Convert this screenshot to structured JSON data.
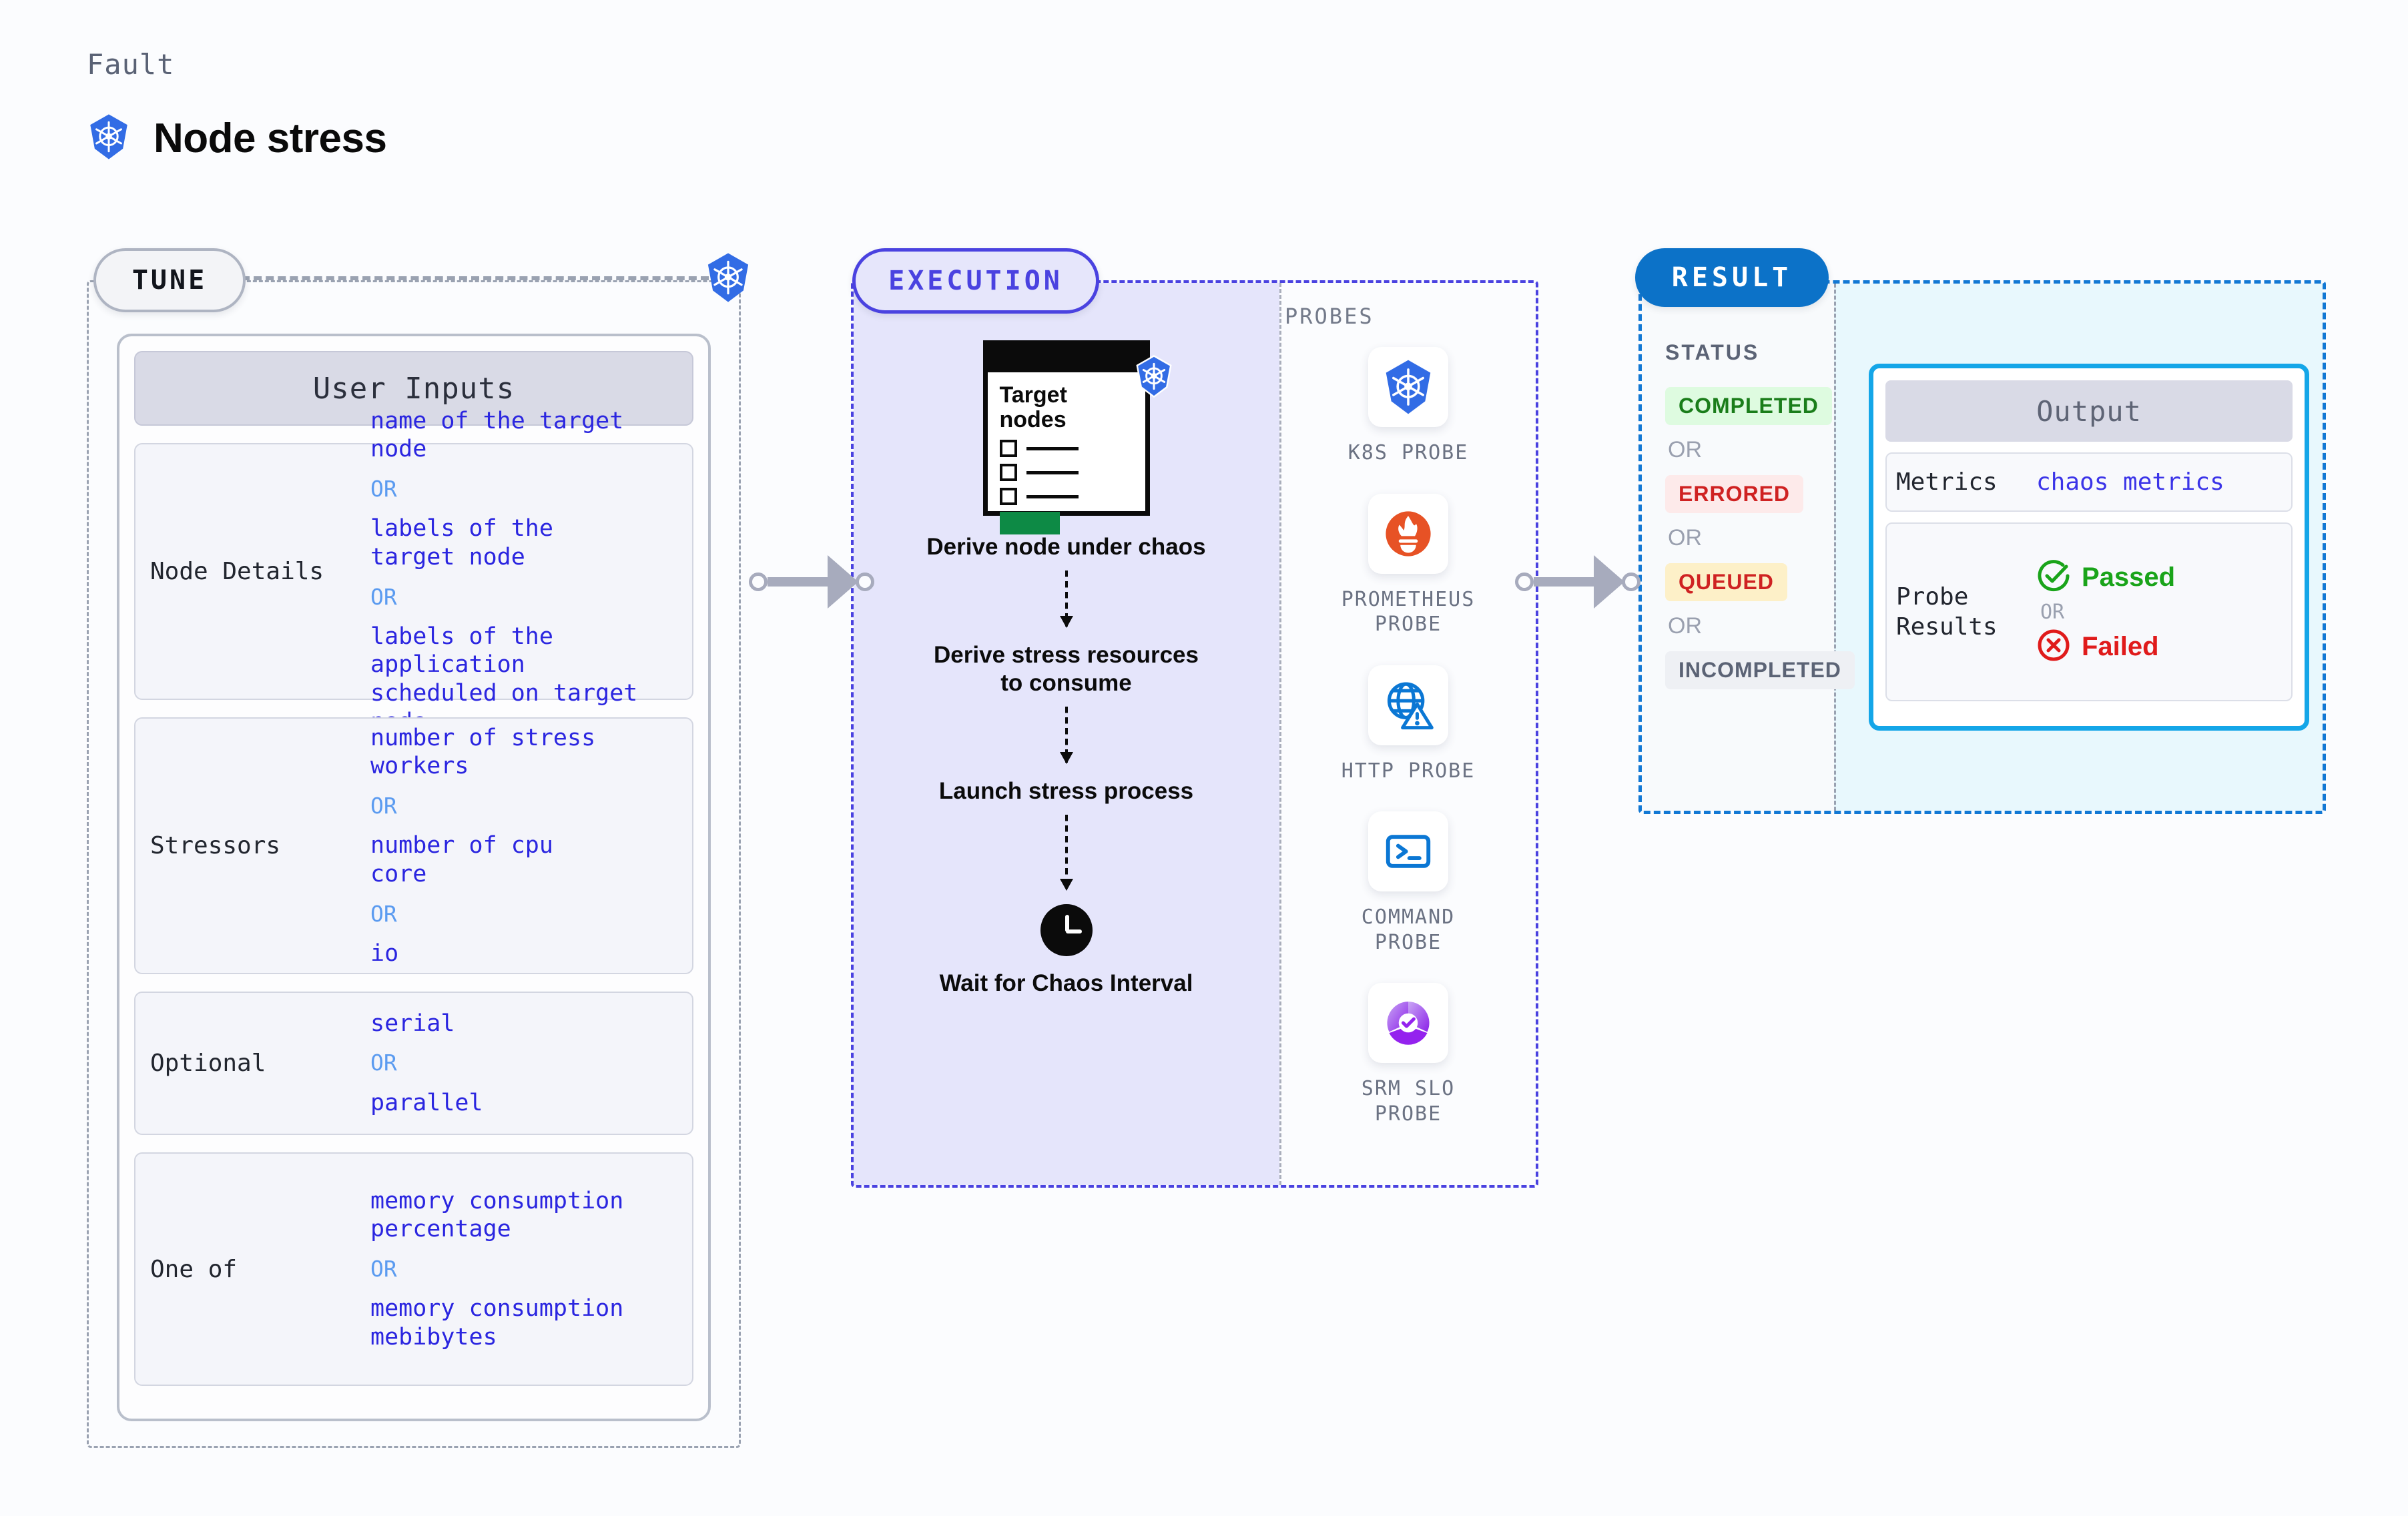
{
  "header": {
    "eyebrow": "Fault",
    "title": "Node stress",
    "logo_icon": "kubernetes-icon"
  },
  "tune": {
    "pill_label": "TUNE",
    "badge_icon": "kubernetes-icon",
    "card_title": "User Inputs",
    "rows": [
      {
        "label": "Node Details",
        "values": [
          "name of the target\nnode",
          "labels of the\ntarget node",
          "labels of the application\n scheduled on target node"
        ],
        "or_label": "OR"
      },
      {
        "label": "Stressors",
        "values": [
          "number of stress\nworkers",
          "number of cpu\ncore",
          "io"
        ],
        "or_label": "OR"
      },
      {
        "label": "Optional",
        "values": [
          "serial",
          "parallel"
        ],
        "or_label": "OR"
      },
      {
        "label": "One of",
        "values": [
          "memory consumption\npercentage",
          "memory consumption\nmebibytes"
        ],
        "or_label": "OR"
      }
    ]
  },
  "execution": {
    "pill_label": "EXECUTION",
    "probes_label": "PROBES",
    "node_card": {
      "title": "Target\nnodes",
      "badge_icon": "kubernetes-icon",
      "checkbox_rows": 3
    },
    "steps": [
      "Derive node under chaos",
      "Derive stress resources to consume",
      "Launch stress process",
      "Wait for Chaos Interval"
    ],
    "wait_icon": "clock-icon",
    "probes": [
      {
        "name": "K8S PROBE",
        "icon": "kubernetes-icon"
      },
      {
        "name": "PROMETHEUS\nPROBE",
        "icon": "prometheus-icon"
      },
      {
        "name": "HTTP PROBE",
        "icon": "globe-warning-icon"
      },
      {
        "name": "COMMAND\nPROBE",
        "icon": "terminal-icon"
      },
      {
        "name": "SRM SLO\nPROBE",
        "icon": "slo-gauge-icon"
      }
    ]
  },
  "result": {
    "pill_label": "RESULT",
    "status_label": "STATUS",
    "or_label": "OR",
    "statuses": [
      {
        "label": "COMPLETED",
        "color": "#1a7d1a",
        "bg": "#defbe0"
      },
      {
        "label": "ERRORED",
        "color": "#cf2222",
        "bg": "#fdeaea"
      },
      {
        "label": "QUEUED",
        "color": "#cf2222",
        "bg": "#fdf0c8"
      },
      {
        "label": "INCOMPLETED",
        "color": "#5b6375",
        "bg": "#eef0f4"
      }
    ],
    "output": {
      "title": "Output",
      "metrics_label": "Metrics",
      "metrics_value": "chaos metrics",
      "probe_results_label": "Probe\nResults",
      "passed_label": "Passed",
      "failed_label": "Failed",
      "passed_icon": "check-circle-icon",
      "failed_icon": "x-circle-icon",
      "or_label": "OR"
    }
  },
  "colors": {
    "kubernetes_blue": "#326ce5",
    "execution_purple": "#4a42e0",
    "result_blue": "#0c72c8",
    "output_cyan": "#14a6e8",
    "value_blue": "#2b26e0",
    "passed_green": "#1aa41a",
    "failed_red": "#e01b1b"
  }
}
